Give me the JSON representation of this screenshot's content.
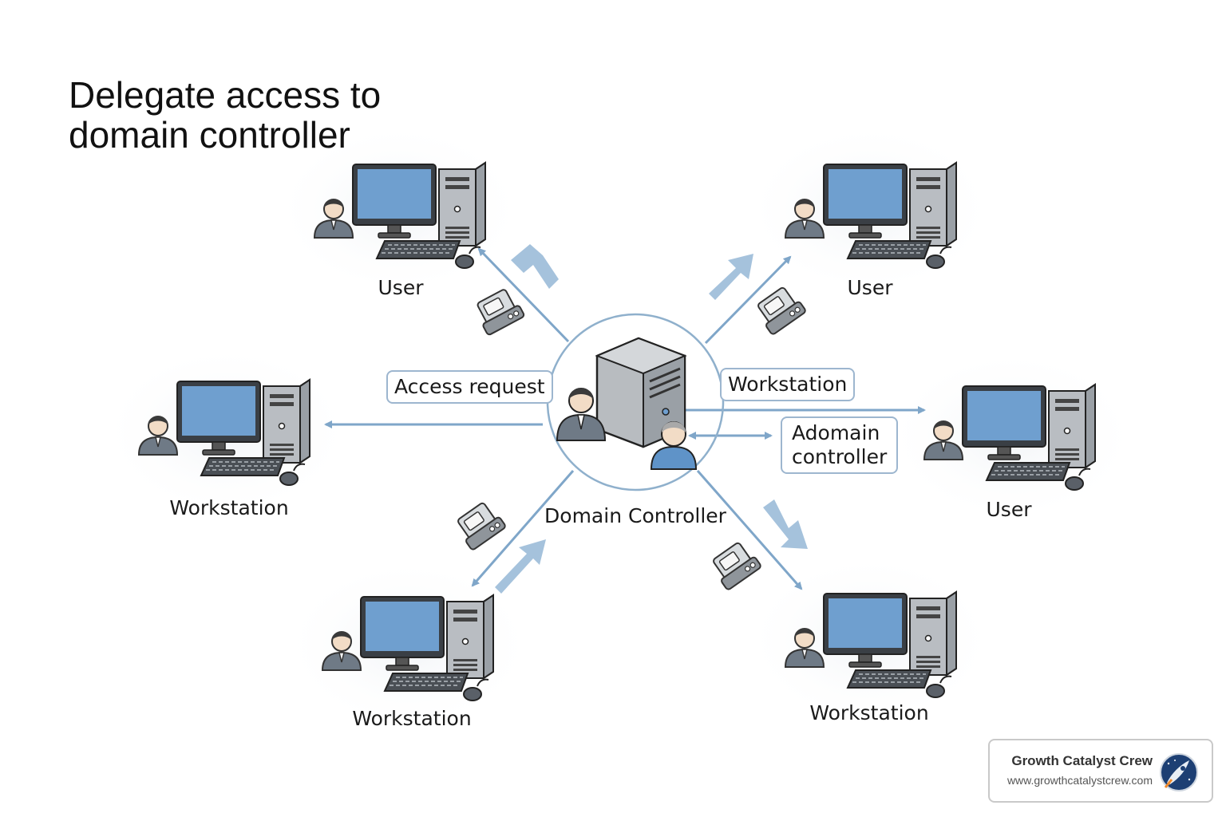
{
  "title": {
    "line1": "Delegate access to",
    "line2": "domain controller"
  },
  "center": {
    "label": "Domain Controller"
  },
  "nodes": [
    {
      "id": "user-top-left",
      "label": "User"
    },
    {
      "id": "user-top-right",
      "label": "User"
    },
    {
      "id": "workstation-left",
      "label": "Workstation"
    },
    {
      "id": "user-right",
      "label": "User"
    },
    {
      "id": "workstation-bottom-left",
      "label": "Workstation"
    },
    {
      "id": "workstation-bottom-right",
      "label": "Workstation"
    }
  ],
  "callouts": {
    "access_request": "Access request",
    "workstation": "Workstation",
    "adomain_line1": "Adomain",
    "adomain_line2": "controller"
  },
  "icons": {
    "computer": "desktop-computer-icon",
    "person": "user-person-icon",
    "server": "server-tower-icon",
    "device": "card-reader-device-icon",
    "logo": "rocket-logo-icon"
  },
  "colors": {
    "screen": "#6f9fcf",
    "arrow": "#7fa6c9",
    "block_arrow": "#9bbbd8",
    "circle": "#8fb0cc",
    "tower": "#c9c9c9",
    "outline": "#333333"
  },
  "brand": {
    "name": "Growth Catalyst Crew",
    "url": "www.growthcatalystcrew.com"
  }
}
